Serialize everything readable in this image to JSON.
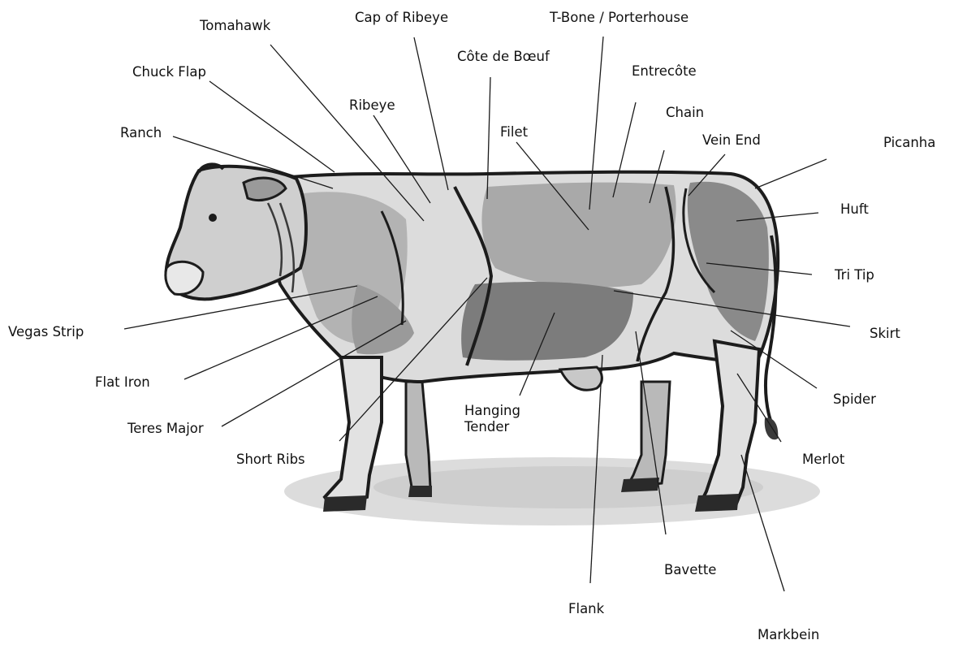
{
  "colors": {
    "background": "#ffffff",
    "text": "#111111",
    "leader_line": "#1a1a1a",
    "ink": "#1c1c1c",
    "body_light": "#d9d9d9",
    "body_mid": "#a6a6a6",
    "body_dark": "#707070",
    "shadow": "#cfcfcf"
  },
  "illustration": {
    "subject": "cow-icon"
  },
  "labels": {
    "tomahawk": "Tomahawk",
    "cap_of_ribeye": "Cap of Ribeye",
    "t_bone": "T-Bone / Porterhouse",
    "cote_de_boeuf": "Côte de Bœuf",
    "chuck_flap": "Chuck Flap",
    "entrecote": "Entrecôte",
    "ribeye": "Ribeye",
    "chain": "Chain",
    "ranch": "Ranch",
    "filet": "Filet",
    "vein_end": "Vein End",
    "picanha": "Picanha",
    "huft": "Huft",
    "tri_tip": "Tri Tip",
    "vegas_strip": "Vegas Strip",
    "skirt": "Skirt",
    "flat_iron": "Flat Iron",
    "spider": "Spider",
    "hanging_tender": "Hanging\nTender",
    "teres_major": "Teres Major",
    "short_ribs": "Short Ribs",
    "merlot": "Merlot",
    "bavette": "Bavette",
    "flank": "Flank",
    "markbein": "Markbein"
  }
}
